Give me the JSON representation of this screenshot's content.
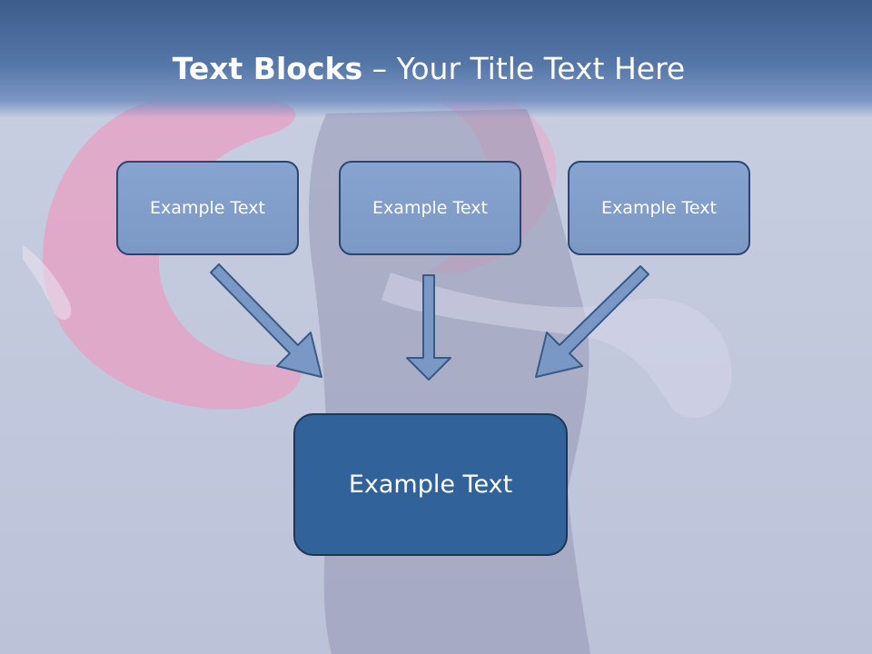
{
  "title": {
    "bold": "Text Blocks",
    "dash": " – ",
    "rest": "Your Title Text Here"
  },
  "boxes": {
    "top": [
      "Example Text",
      "Example Text",
      "Example Text"
    ],
    "bottom": "Example Text"
  },
  "colors": {
    "title_bar": "#4a6a9a",
    "small_box_fill": "#809cc8",
    "big_box_fill": "#31639a",
    "arrow_fill": "#7a98c6",
    "arrow_stroke": "#3a5a86",
    "background": "#c6cce0"
  }
}
